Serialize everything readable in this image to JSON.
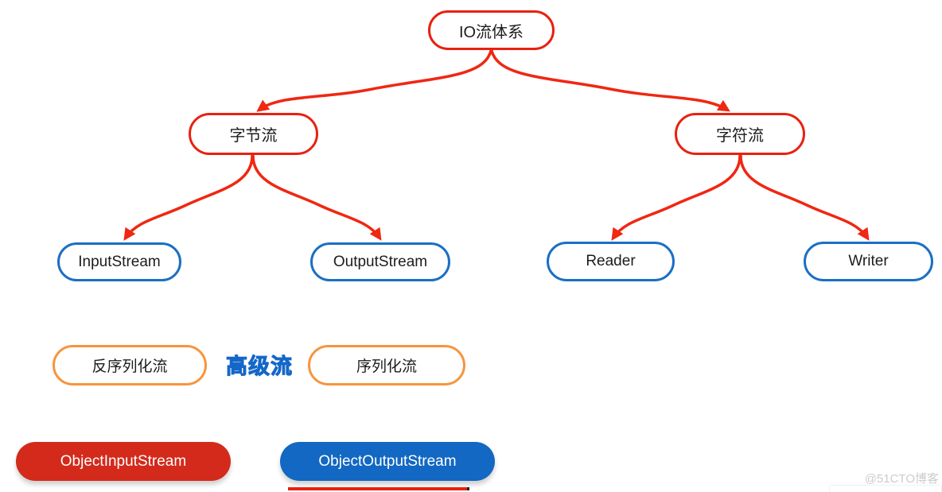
{
  "diagram_title": "IO流体系",
  "nodes": {
    "root": {
      "label": "IO流体系"
    },
    "byte_stream": {
      "label": "字节流"
    },
    "char_stream": {
      "label": "字符流"
    },
    "input_stream": {
      "label": "InputStream"
    },
    "output_stream": {
      "label": "OutputStream"
    },
    "reader": {
      "label": "Reader"
    },
    "writer": {
      "label": "Writer"
    },
    "deserialize_stream": {
      "label": "反序列化流"
    },
    "serialize_stream": {
      "label": "序列化流"
    },
    "advanced_stream_label": {
      "label": "高级流"
    },
    "object_input_stream": {
      "label": "ObjectInputStream"
    },
    "object_output_stream": {
      "label": "ObjectOutputStream"
    }
  },
  "edges": [
    {
      "from": "IO流体系",
      "to": "字节流"
    },
    {
      "from": "IO流体系",
      "to": "字符流"
    },
    {
      "from": "字节流",
      "to": "InputStream"
    },
    {
      "from": "字节流",
      "to": "OutputStream"
    },
    {
      "from": "字符流",
      "to": "Reader"
    },
    {
      "from": "字符流",
      "to": "Writer"
    }
  ],
  "watermark": {
    "label": "@51CTO博客"
  },
  "colors": {
    "arrow_red": "#F02712",
    "node_red_border": "#E8210F",
    "node_blue_border": "#1B6FC4",
    "node_orange_border": "#F6953C",
    "fill_red": "#D32A1B",
    "fill_blue": "#1268C2",
    "advanced_text_blue": "#1467C8",
    "watermark_gray": "#CCCCCC"
  }
}
